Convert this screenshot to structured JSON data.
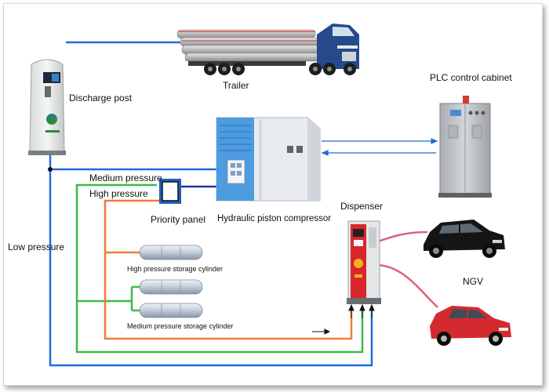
{
  "colors": {
    "low_pressure_line": "#1f6fd8",
    "medium_pressure_line": "#3cb94a",
    "high_pressure_line": "#ef7b3a",
    "vehicle_line": "#e0607a",
    "priority_panel_line": "#2233a0"
  },
  "labels": {
    "trailer": "Trailer",
    "discharge_post": "Discharge post",
    "plc_cabinet": "PLC control cabinet",
    "medium_pressure": "Medium pressure",
    "high_pressure": "High pressure",
    "priority_panel": "Priority panel",
    "compressor": "Hydraulic piston compressor",
    "dispenser": "Dispenser",
    "low_pressure": "Low pressure",
    "high_storage": "High pressure storage cylinder",
    "medium_storage": "Medium pressure storage cylinder",
    "ngv": "NGV"
  }
}
